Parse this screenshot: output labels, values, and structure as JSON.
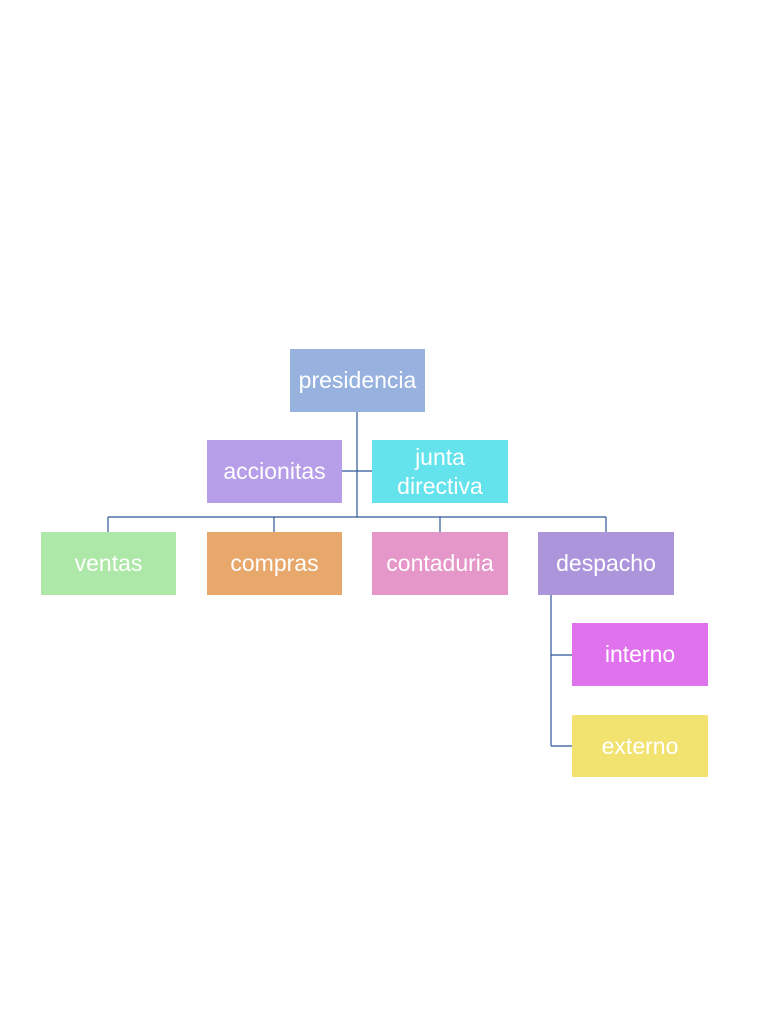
{
  "org_chart": {
    "nodes": [
      {
        "id": "presidencia",
        "label": "presidencia",
        "color": "#98b2e0"
      },
      {
        "id": "accionitas",
        "label": "accionitas",
        "color": "#b69ee8"
      },
      {
        "id": "junta-directiva",
        "label": "junta\ndirectiva",
        "color": "#64e3ec"
      },
      {
        "id": "ventas",
        "label": "ventas",
        "color": "#aee8a8"
      },
      {
        "id": "compras",
        "label": "compras",
        "color": "#e8a86c"
      },
      {
        "id": "contaduria",
        "label": "contaduria",
        "color": "#e497c8"
      },
      {
        "id": "despacho",
        "label": "despacho",
        "color": "#ad95dc"
      },
      {
        "id": "interno",
        "label": "interno",
        "color": "#e072ee"
      },
      {
        "id": "externo",
        "label": "externo",
        "color": "#f2e270"
      }
    ],
    "line_color": "#2f5597"
  }
}
